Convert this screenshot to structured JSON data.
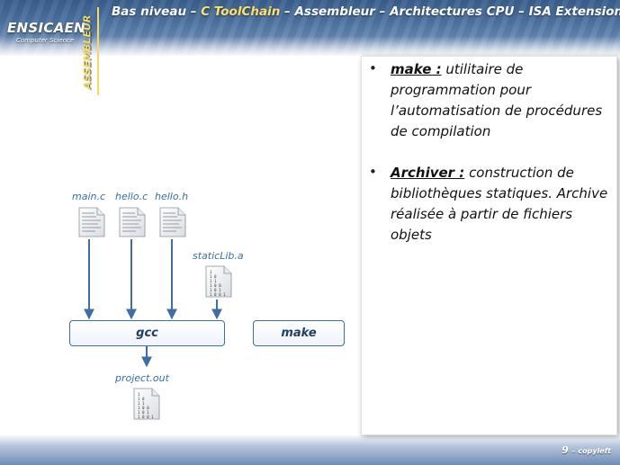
{
  "header": {
    "logo": "ENSICAEN",
    "logo_sub": "Computer Science",
    "vertical_label": "ASSEMBLEUR",
    "title_part1": "Bas niveau – ",
    "title_highlight": "C ToolChain",
    "title_part2": " – Assembleur – Architectures CPU – ISA Extensions"
  },
  "panel": {
    "items": [
      {
        "term": "make :",
        "text": " utilitaire de programmation pour l’automatisation de procédures de compilation"
      },
      {
        "term": "Archiver :",
        "text": " construction de bibliothèques statiques. Archive réalisée à partir de fichiers objets"
      }
    ]
  },
  "diagram": {
    "files": [
      "main.c",
      "hello.c",
      "hello.h"
    ],
    "lib": "staticLib.a",
    "gcc_label": "gcc",
    "make_label": "make",
    "output": "project.out"
  },
  "footer": {
    "page": "9",
    "suffix": "– copyleft"
  },
  "colors": {
    "arrow": "#3f6ea6",
    "highlight": "#ffe066",
    "label": "#3a6ea8"
  }
}
